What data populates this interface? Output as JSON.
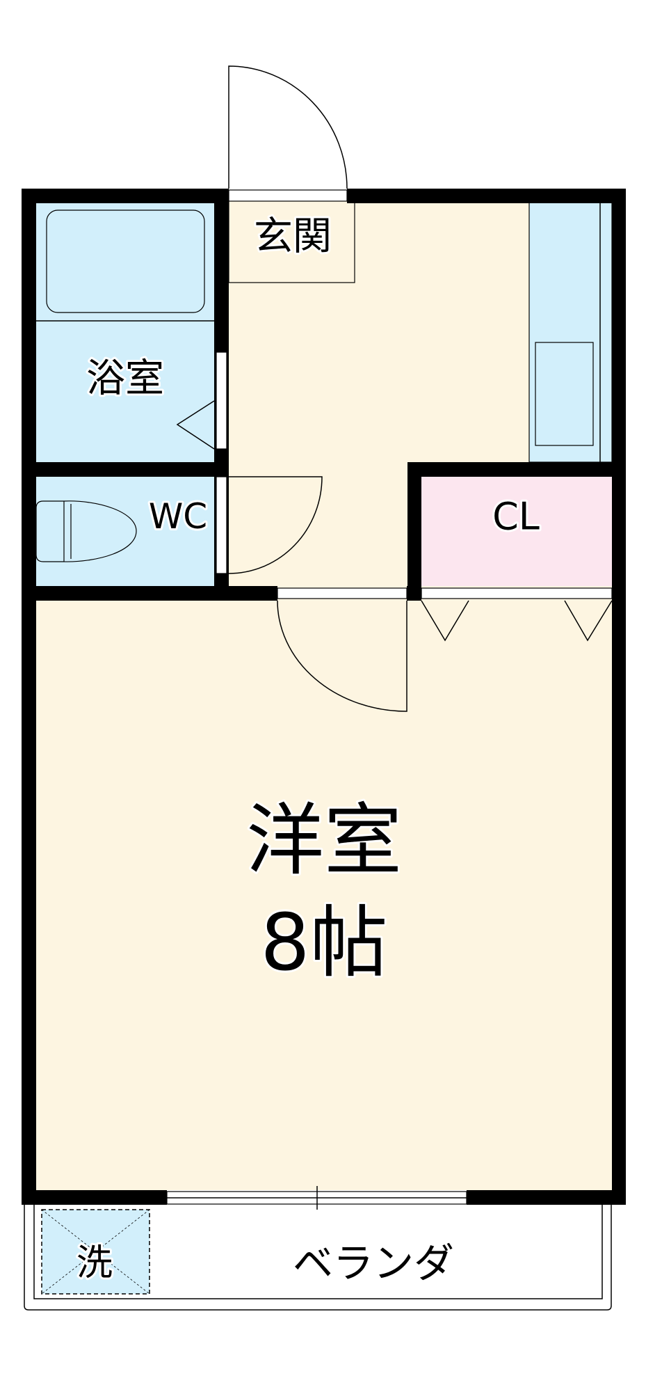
{
  "floor_plan": {
    "rooms": {
      "entrance": "玄関",
      "bathroom": "浴室",
      "toilet": "WC",
      "closet": "CL",
      "main_room": "洋室",
      "main_room_size": "8帖",
      "balcony": "ベランダ",
      "washer": "洗"
    },
    "colors": {
      "floor": "#fdf5e1",
      "wet_area": "#d2effb",
      "closet": "#fce6ef",
      "wall": "#000000"
    }
  }
}
